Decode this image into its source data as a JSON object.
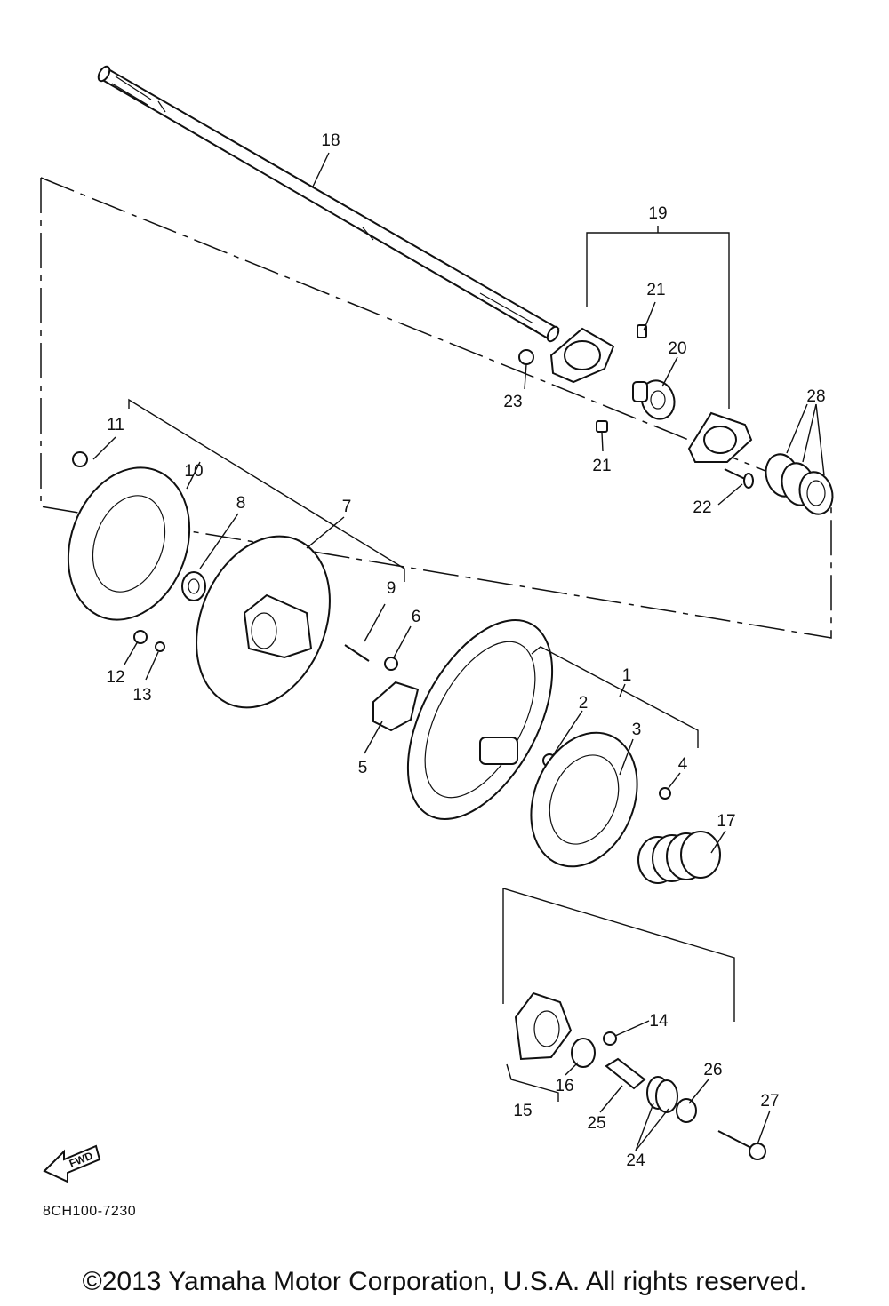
{
  "diagram": {
    "callouts": [
      "18",
      "19",
      "21",
      "20",
      "23",
      "21",
      "28",
      "22",
      "11",
      "10",
      "8",
      "7",
      "9",
      "6",
      "12",
      "13",
      "5",
      "1",
      "2",
      "3",
      "4",
      "17",
      "14",
      "16",
      "15",
      "25",
      "26",
      "24",
      "27"
    ],
    "fwd_label": "FWD",
    "drawing_code": "8CH100-7230"
  },
  "footer": {
    "copyright": "©2013 Yamaha Motor Corporation, U.S.A. All rights reserved."
  }
}
